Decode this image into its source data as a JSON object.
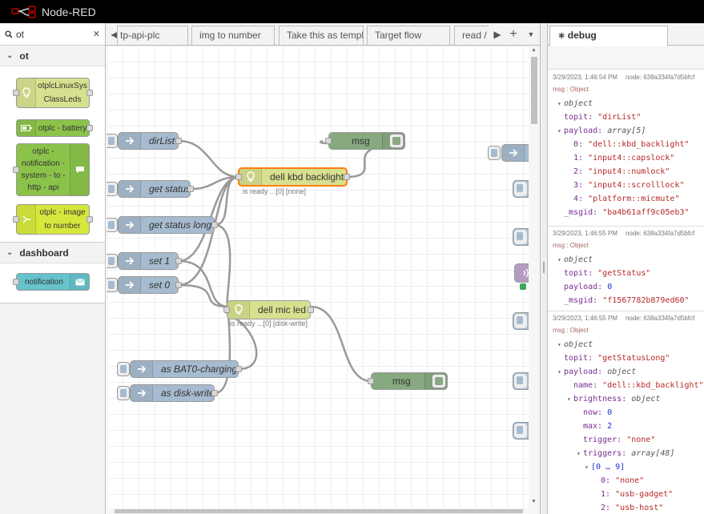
{
  "header": {
    "title": "Node-RED"
  },
  "palette": {
    "search_value": "ot",
    "categories": [
      {
        "name": "ot",
        "nodes": [
          "otplcLinuxSys ClassLeds",
          "otplc - battery",
          "otplc - notification - system - to - http - api",
          "otplc - image to number"
        ]
      },
      {
        "name": "dashboard",
        "nodes": [
          "notification"
        ]
      }
    ]
  },
  "tabs": [
    "tp-api-plc",
    "img to number",
    "Take this as templat",
    "Target flow",
    "read / w"
  ],
  "flow": {
    "nodes": {
      "dirlist": "dirList",
      "get_status": "get status",
      "get_status_long": "get status long",
      "set1": "set 1",
      "set0": "set 0",
      "kbd": "dell kbd backlight",
      "kbd_status": "is ready ...[0] [none]",
      "mic": "dell mic led",
      "mic_status": "is ready ...[0] [disk-write]",
      "msg1": "msg",
      "msg2": "msg",
      "bat": "as BAT0-charging",
      "disk": "as disk-write"
    }
  },
  "sidebar": {
    "tab_label": "debug",
    "messages": [
      {
        "time": "3/29/2023, 1:46:54 PM",
        "node": "node: 638a334fa7d5bfcf",
        "type": "msg : Object",
        "lines": [
          "object",
          "topit:",
          "\"dirList\"",
          "payload:",
          "array[5]",
          "0:",
          "\"dell::kbd_backlight\"",
          "1:",
          "\"input4::capslock\"",
          "2:",
          "\"input4::numlock\"",
          "3:",
          "\"input4::scrolllock\"",
          "4:",
          "\"platform::micmute\"",
          "_msgid:",
          "\"ba4b61aff9c05eb3\""
        ]
      },
      {
        "time": "3/29/2023, 1:46:55 PM",
        "node": "node: 638a334fa7d5bfcf",
        "type": "msg : Object",
        "lines": [
          "object",
          "topit:",
          "\"getStatus\"",
          "payload:",
          "0",
          "_msgid:",
          "\"f1567782b879ed60\""
        ]
      },
      {
        "time": "3/29/2023, 1:46:55 PM",
        "node": "node: 638a334fa7d5bfcf",
        "type": "msg : Object",
        "lines": [
          "object",
          "topit:",
          "\"getStatusLong\"",
          "payload:",
          "object",
          "name:",
          "\"dell::kbd_backlight\"",
          "brightness:",
          "object",
          "now:",
          "0",
          "max:",
          "2",
          "trigger:",
          "\"none\"",
          "triggers:",
          "array[48]",
          "[0 … 9]",
          "0:",
          "\"none\"",
          "1:",
          "\"usb-gadget\"",
          "2:",
          "\"usb-host\""
        ]
      }
    ]
  },
  "colors": {
    "inject": "#a6bbcf",
    "change": "#e2d96e",
    "debug": "#87a980",
    "led": "#d7e08f",
    "battery": "#8bc34a",
    "notification": "#66c2cc",
    "selected": "#ff7f0e"
  }
}
